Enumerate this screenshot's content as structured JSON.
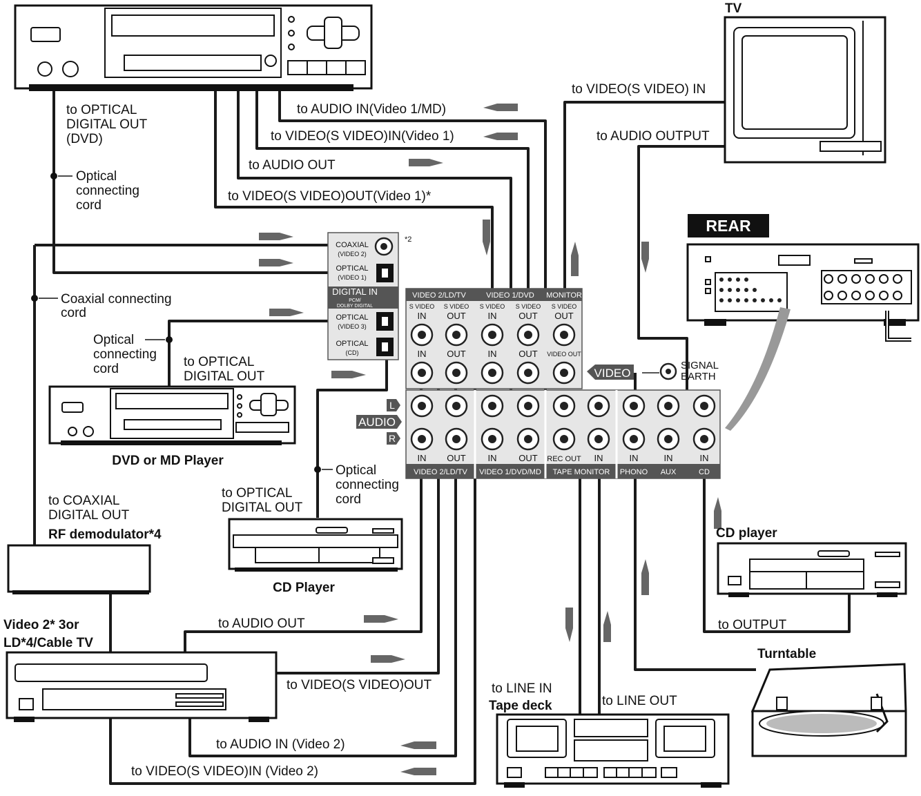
{
  "devices": {
    "tv": "TV",
    "rear": "REAR",
    "dvd_md_player": "DVD or MD Player",
    "rf_demodulator": "RF demodulator*4",
    "video2": "Video 2* 3or",
    "video2_line2": "LD*4/Cable TV",
    "cd_player_left": "CD Player",
    "cd_player_right": "CD player",
    "tape_deck": "Tape deck",
    "turntable": "Turntable"
  },
  "labels": {
    "optical_digital_out_dvd_1": "to OPTICAL",
    "optical_digital_out_dvd_2": "DIGITAL OUT",
    "optical_digital_out_dvd_3": "(DVD)",
    "optical_cord_1": "Optical",
    "optical_cord_2": "connecting",
    "optical_cord_3": "cord",
    "audio_in_video1": "to AUDIO IN(Video 1/MD)",
    "video_in_video1": "to VIDEO(S VIDEO)IN(Video 1)",
    "audio_out_top": "to AUDIO OUT",
    "video_out_video1": "to VIDEO(S VIDEO)OUT(Video 1)*",
    "tv_video_in": "to VIDEO(S VIDEO) IN",
    "tv_audio_output": "to AUDIO OUTPUT",
    "coaxial_cord_1": "Coaxial connecting",
    "coaxial_cord_2": "cord",
    "dvd_opt_cord_1": "Optical",
    "dvd_opt_cord_2": "connecting",
    "dvd_opt_cord_3": "cord",
    "dvd_opt_out_1": "to OPTICAL",
    "dvd_opt_out_2": "DIGITAL OUT",
    "coax_out_1": "to COAXIAL",
    "coax_out_2": "DIGITAL OUT",
    "cd_opt_out_1": "to OPTICAL",
    "cd_opt_out_2": "DIGITAL OUT",
    "cd_opt_cord_1": "Optical",
    "cd_opt_cord_2": "connecting",
    "cd_opt_cord_3": "cord",
    "v2_audio_out": "to AUDIO OUT",
    "v2_video_out": "to VIDEO(S VIDEO)OUT",
    "v2_audio_in": "to AUDIO IN (Video 2)",
    "v2_video_in": "to VIDEO(S VIDEO)IN (Video 2)",
    "line_in_1": "to LINE IN",
    "line_out": "to LINE OUT",
    "cd_output": "to OUTPUT"
  },
  "panel": {
    "coaxial": "COAXIAL",
    "coaxial_sub": "(VIDEO 2)",
    "optical1": "OPTICAL",
    "optical1_sub": "(VIDEO 1)",
    "digital_in": "DIGITAL IN",
    "pcm": "PCM/",
    "dolby": "DOLBY DIGITAL",
    "optical3": "OPTICAL",
    "optical3_sub": "(VIDEO 3)",
    "optical_cd": "OPTICAL",
    "optical_cd_sub": "(CD)",
    "note2": "*2",
    "video2_hdr": "VIDEO 2/LD/TV",
    "video1_hdr": "VIDEO 1/DVD",
    "monitor_hdr": "MONITOR",
    "svideo": "S VIDEO",
    "in": "IN",
    "out": "OUT",
    "video_out": "VIDEO OUT",
    "video_tag": "VIDEO",
    "signal_1": "SIGNAL",
    "signal_2": "EARTH",
    "audio_tag": "AUDIO",
    "l": "L",
    "r": "R",
    "rec_out": "REC OUT",
    "bottom_video2": "VIDEO 2/LD/TV",
    "bottom_video1": "VIDEO 1/DVD/MD",
    "bottom_tape": "TAPE MONITOR",
    "bottom_phono": "PHONO",
    "bottom_aux": "AUX",
    "bottom_cd": "CD"
  }
}
